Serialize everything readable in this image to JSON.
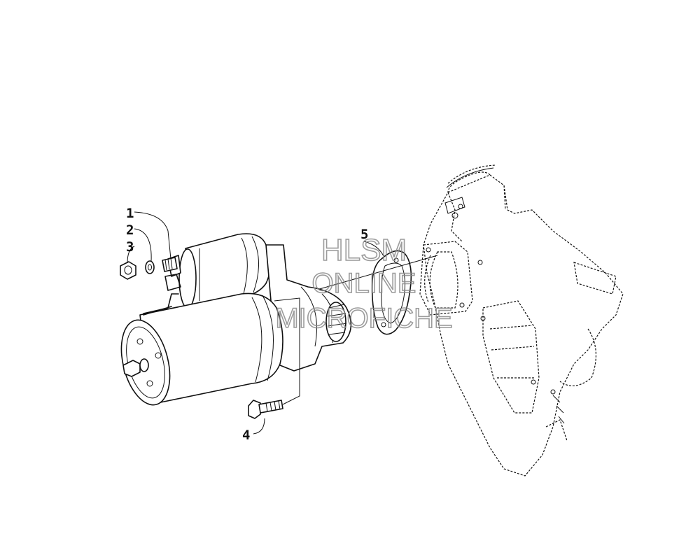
{
  "diagram": {
    "callouts": [
      {
        "id": "1",
        "label": "1"
      },
      {
        "id": "2",
        "label": "2"
      },
      {
        "id": "3",
        "label": "3"
      },
      {
        "id": "4",
        "label": "4"
      },
      {
        "id": "5",
        "label": "5"
      }
    ],
    "watermark": {
      "line1": "HLSM",
      "line2": "ONLINE",
      "line3": "MICROFICHE"
    }
  }
}
